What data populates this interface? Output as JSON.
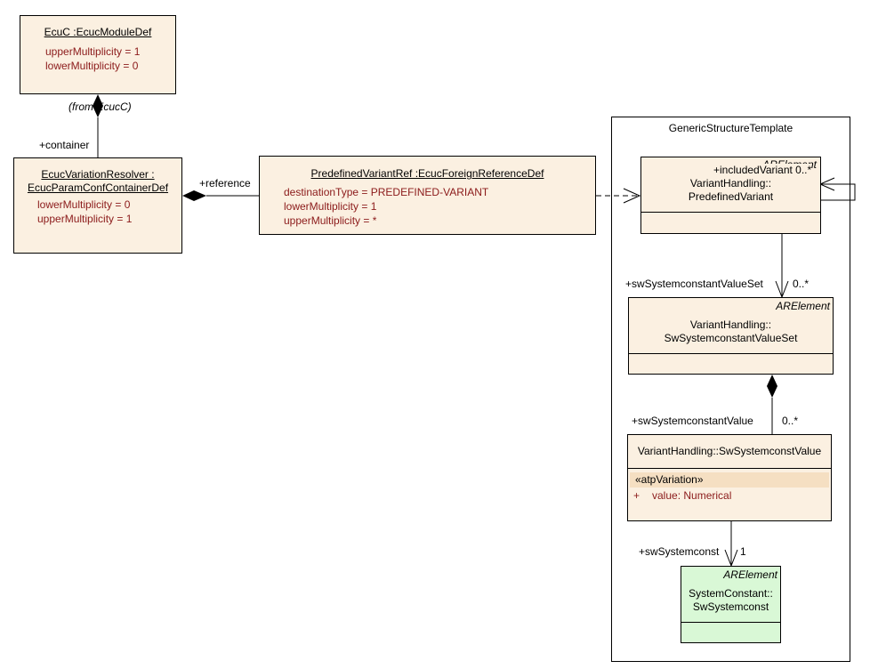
{
  "ecuc": {
    "title": "EcuC :EcucModuleDef",
    "attrs": [
      "upperMultiplicity = 1",
      "lowerMultiplicity = 0"
    ],
    "from_note": "(from EcucC)"
  },
  "resolver": {
    "title_line1": "EcucVariationResolver :",
    "title_line2": "EcucParamConfContainerDef",
    "attrs": [
      "lowerMultiplicity = 0",
      "upperMultiplicity = 1"
    ],
    "role": "+container"
  },
  "predefRef": {
    "title": "PredefinedVariantRef :EcucForeignReferenceDef",
    "attrs": [
      "destinationType = PREDEFINED-VARIANT",
      "lowerMultiplicity = 1",
      "upperMultiplicity = *"
    ],
    "role": "+reference"
  },
  "package": {
    "name": "GenericStructureTemplate"
  },
  "predefinedVariant": {
    "stereotype": "ARElement",
    "line1": "VariantHandling::",
    "line2": "PredefinedVariant",
    "self_role": "+includedVariant 0..*"
  },
  "sysconstValueSet": {
    "stereotype": "ARElement",
    "line1": "VariantHandling::",
    "line2": "SwSystemconstantValueSet",
    "role": "+swSystemconstantValueSet",
    "mult": "0..*"
  },
  "sysconstValue": {
    "title": "VariantHandling::SwSystemconstValue",
    "attr_stereo": "«atpVariation»",
    "attr_plus": "+",
    "attr_text": "value:  Numerical",
    "role": "+swSystemconstantValue",
    "mult": "0..*"
  },
  "swSystemconst": {
    "stereotype": "ARElement",
    "line1": "SystemConstant::",
    "line2": "SwSystemconst",
    "role": "+swSystemconst",
    "mult": "1"
  }
}
